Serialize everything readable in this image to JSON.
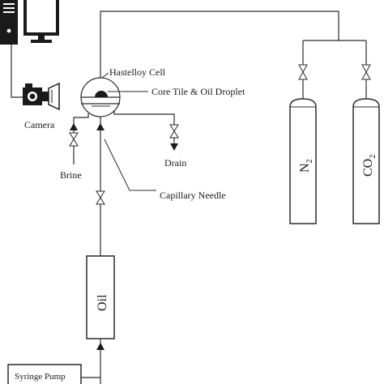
{
  "labels": {
    "hastelloy_cell": "Hastelloy Cell",
    "core_tile": "Core Tile & Oil Droplet",
    "camera": "Camera",
    "drain": "Drain",
    "brine": "Brine",
    "capillary_needle": "Capillary Needle",
    "oil": "Oil",
    "syringe_pump": "Syringe Pump",
    "n2_base": "N",
    "n2_sub": "2",
    "co2_base": "CO",
    "co2_sub": "2"
  },
  "colors": {
    "line": "#2b2b2b",
    "text": "#1a1a1a",
    "monitor_screen": "#ffffff",
    "device_fill": "#1a1a1a"
  },
  "icons": {
    "computer": "computer-tower-icon",
    "monitor": "monitor-icon",
    "camera": "camera-icon",
    "valve": "valve-icon",
    "gas_cylinder": "gas-cylinder-icon"
  }
}
